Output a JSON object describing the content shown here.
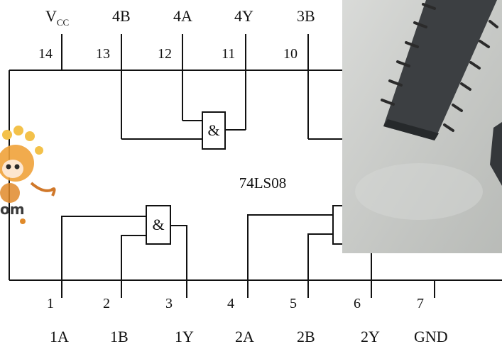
{
  "chip": {
    "part_number": "74LS08"
  },
  "gate_symbol": "&",
  "top_pins": [
    {
      "name": "V",
      "sub": "CC",
      "number": "14"
    },
    {
      "name": "4B",
      "number": "13"
    },
    {
      "name": "4A",
      "number": "12"
    },
    {
      "name": "4Y",
      "number": "11"
    },
    {
      "name": "3B",
      "number": "10"
    }
  ],
  "bottom_pins": [
    {
      "name": "1A",
      "number": "1"
    },
    {
      "name": "1B",
      "number": "2"
    },
    {
      "name": "1Y",
      "number": "3"
    },
    {
      "name": "2A",
      "number": "4"
    },
    {
      "name": "2B",
      "number": "5"
    },
    {
      "name": "2Y",
      "number": "6"
    },
    {
      "name": "GND",
      "number": "7"
    }
  ],
  "watermark_fragment": "om",
  "photo": {
    "description_icon": "ic-chip-photo"
  },
  "colors": {
    "line": "#111111",
    "photo_bg": "#c9cbc8",
    "chip_body": "#3c3f42",
    "mascot": "#f0a23a"
  }
}
